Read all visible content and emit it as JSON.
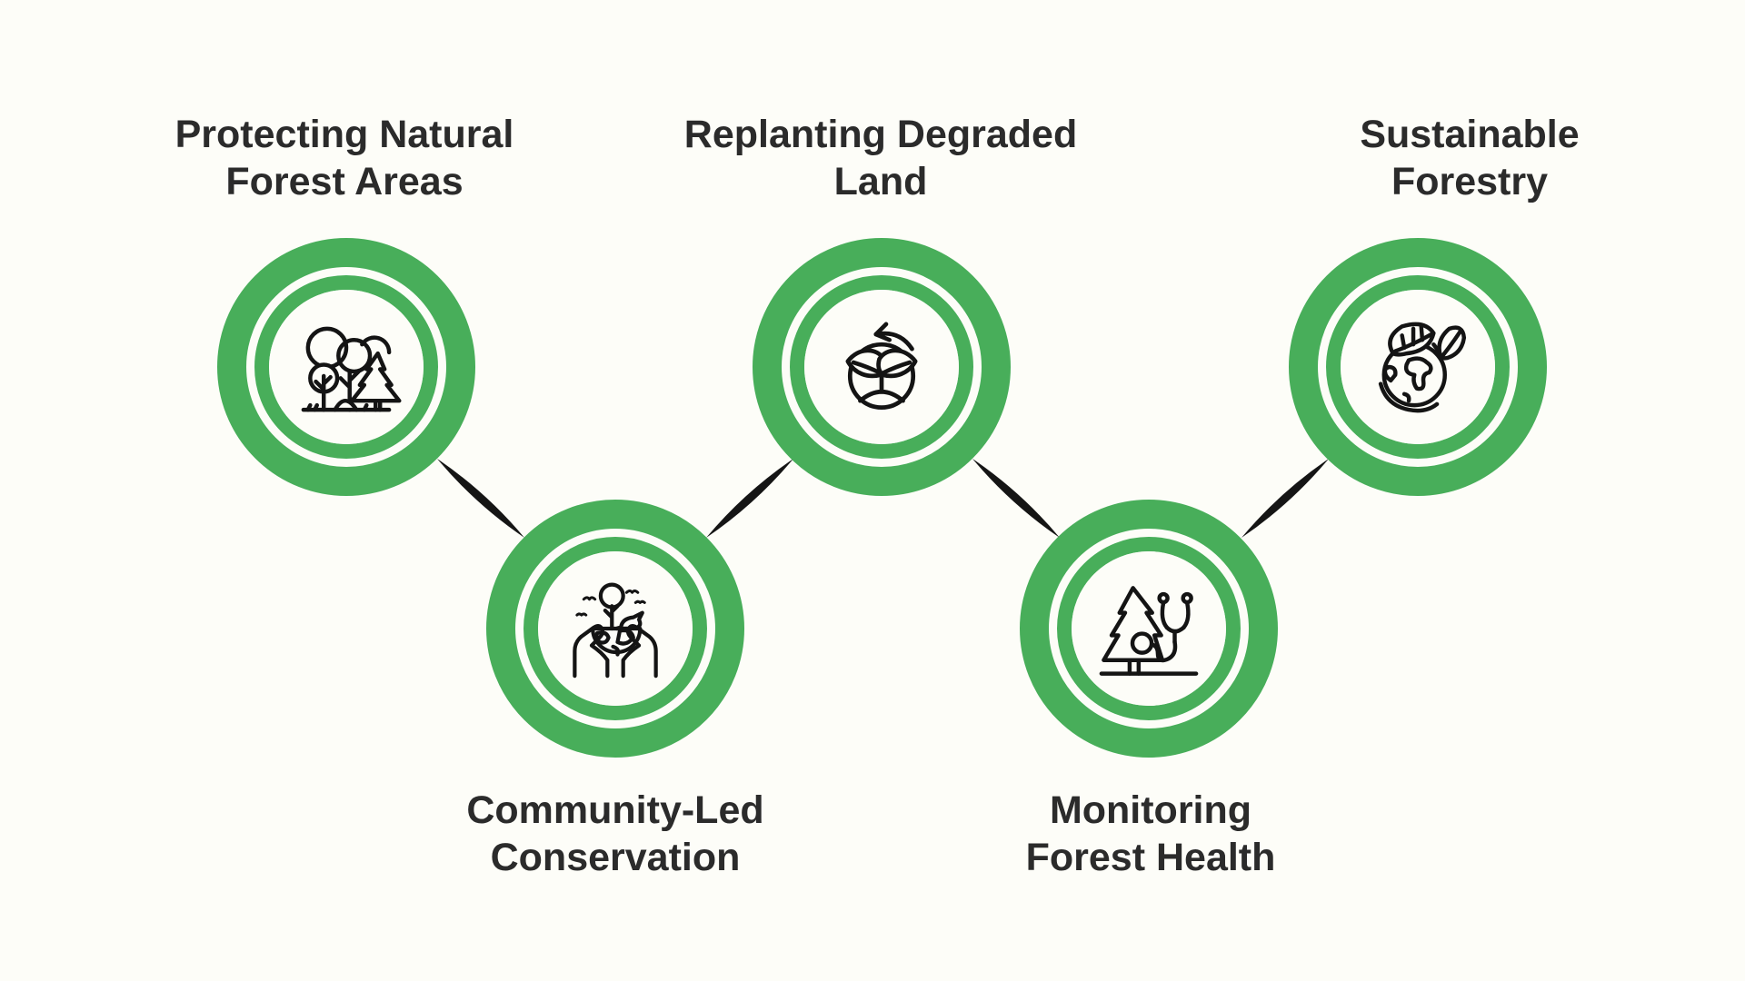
{
  "diagram": {
    "type": "process-infographic",
    "theme": {
      "background": "#fdfdf8",
      "accent_green": "#48ae5a",
      "text_color": "#2b2b2b",
      "line_art_color": "#141414",
      "connector_color": "#151515"
    },
    "nodes": [
      {
        "id": "protecting-natural-forest-areas",
        "row": "top",
        "label_line1": "Protecting Natural",
        "label_line2": "Forest Areas",
        "icon": "forest-trees-icon"
      },
      {
        "id": "community-led-conservation",
        "row": "bottom",
        "label_line1": "Community-Led",
        "label_line2": "Conservation",
        "icon": "hands-holding-earth-icon"
      },
      {
        "id": "replanting-degraded-land",
        "row": "top",
        "label_line1": "Replanting Degraded",
        "label_line2": "Land",
        "icon": "replant-cycle-leaf-icon"
      },
      {
        "id": "monitoring-forest-health",
        "row": "bottom",
        "label_line1": "Monitoring",
        "label_line2": "Forest Health",
        "icon": "tree-stethoscope-icon"
      },
      {
        "id": "sustainable-forestry",
        "row": "top",
        "label_line1": "Sustainable",
        "label_line2": "Forestry",
        "icon": "globe-with-leaves-icon"
      }
    ],
    "connector_count": 4
  }
}
